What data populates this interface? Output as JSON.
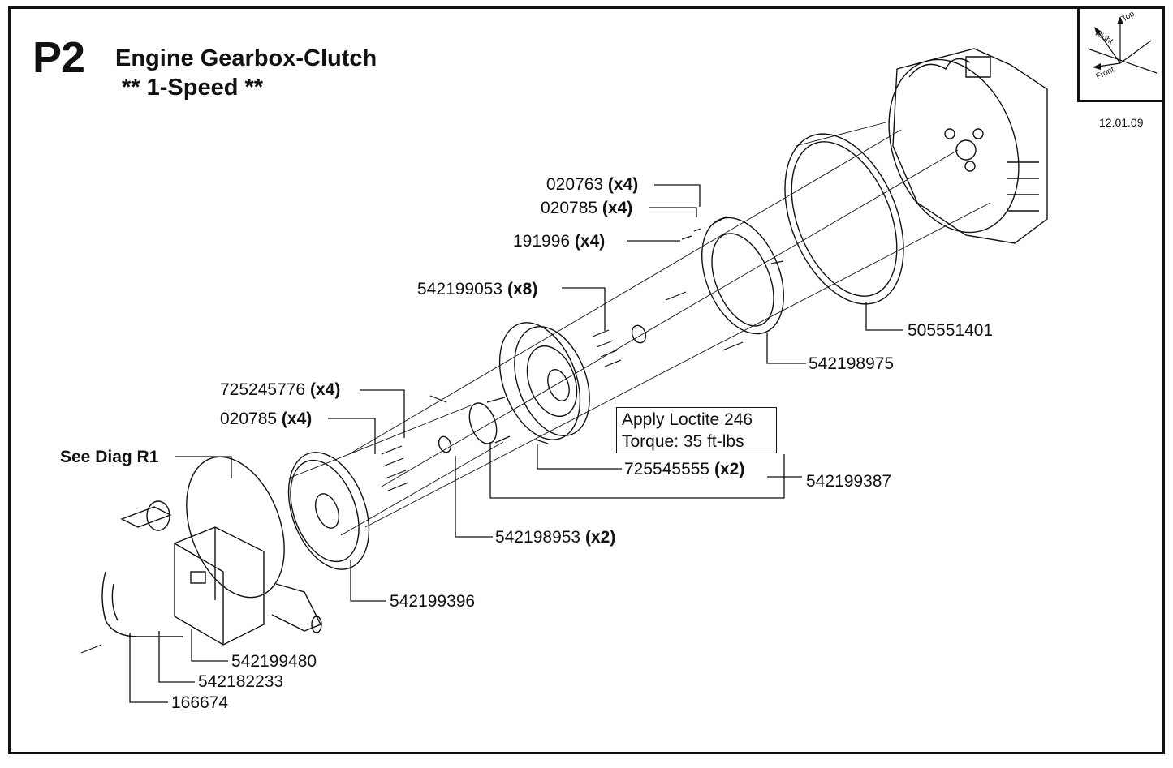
{
  "header": {
    "code": "P2",
    "title": "Engine Gearbox-Clutch",
    "subtitle": "** 1-Speed **",
    "date": "12.01.09"
  },
  "compass": {
    "top": "Top",
    "right": "Right",
    "front": "Front"
  },
  "note": {
    "line1": "Apply Loctite 246",
    "line2": "Torque: 35 ft-lbs"
  },
  "callouts": {
    "p020763": {
      "part": "020763",
      "qty": "(x4)"
    },
    "p020785a": {
      "part": "020785",
      "qty": "(x4)"
    },
    "p191996": {
      "part": "191996",
      "qty": "(x4)"
    },
    "p542199053": {
      "part": "542199053",
      "qty": "(x8)"
    },
    "p505551401": {
      "part": "505551401",
      "qty": ""
    },
    "p542198975": {
      "part": "542198975",
      "qty": ""
    },
    "p725245776": {
      "part": "725245776",
      "qty": "(x4)"
    },
    "p020785b": {
      "part": "020785",
      "qty": "(x4)"
    },
    "seeDiag": {
      "part": "See Diag R1",
      "qty": ""
    },
    "p725545555": {
      "part": "725545555",
      "qty": "(x2)"
    },
    "p542199387": {
      "part": "542199387",
      "qty": ""
    },
    "p542198953": {
      "part": "542198953",
      "qty": "(x2)"
    },
    "p542199396": {
      "part": "542199396",
      "qty": ""
    },
    "p542199480": {
      "part": "542199480",
      "qty": ""
    },
    "p542182233": {
      "part": "542182233",
      "qty": ""
    },
    "p166674": {
      "part": "166674",
      "qty": ""
    }
  }
}
